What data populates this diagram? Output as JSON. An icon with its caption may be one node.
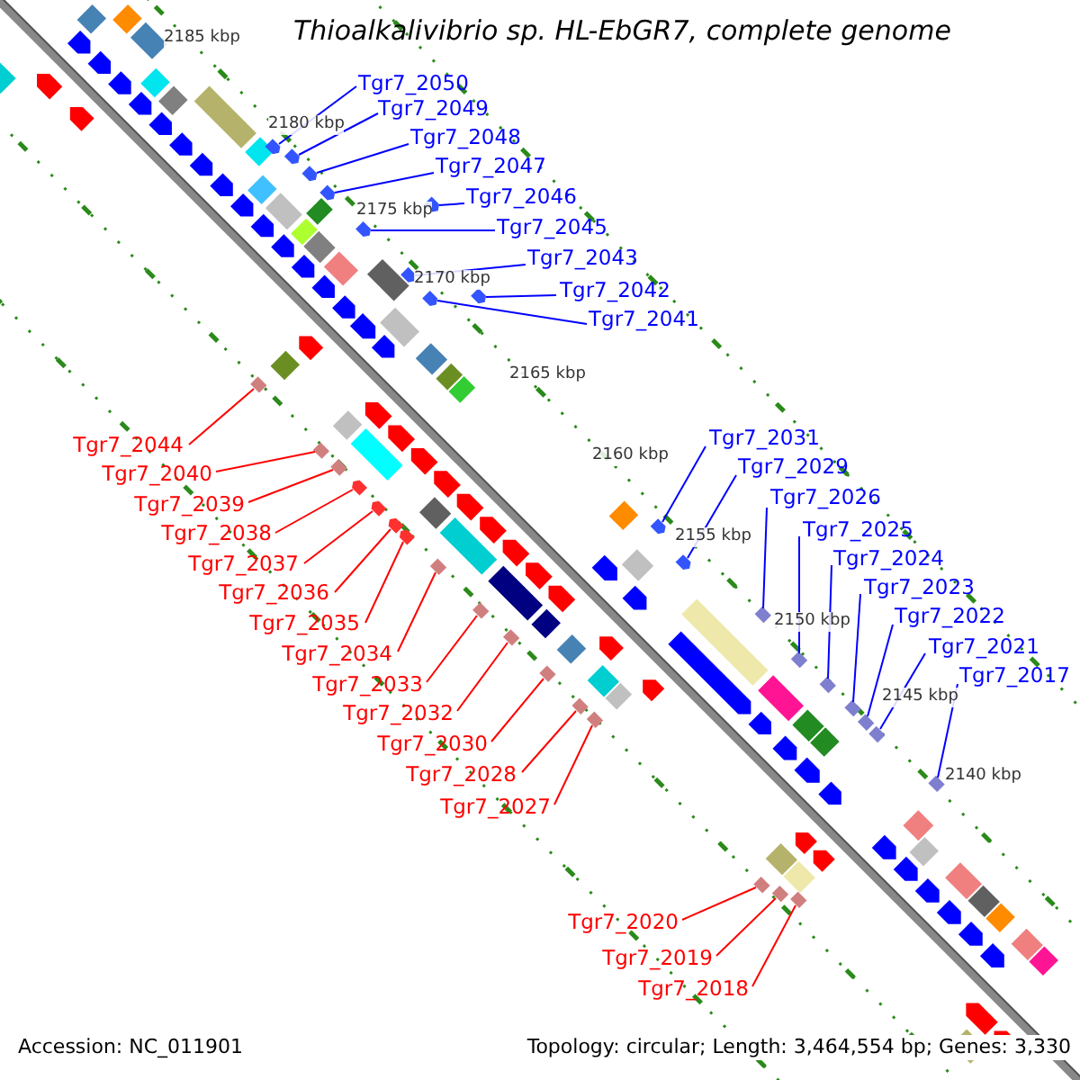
{
  "diagram": {
    "title": "Thioalkalivibrio sp. HL-EbGR7, complete genome",
    "nodes": [
      {
        "text": [
          "Tgr7_2050"
        ]
      },
      {
        "text": [
          "Tgr7_2049"
        ]
      },
      {
        "text": [
          "Tgr7_2048"
        ]
      },
      {
        "text": [
          "Tgr7_2047"
        ]
      },
      {
        "text": [
          "Tgr7_2046"
        ]
      },
      {
        "text": [
          "Tgr7_2045"
        ]
      },
      {
        "text": [
          "Tgr7_2043"
        ]
      },
      {
        "text": [
          "Tgr7_2042"
        ]
      },
      {
        "text": [
          "Tgr7_2041"
        ]
      },
      {
        "text": [
          "Tgr7_2044"
        ]
      },
      {
        "text": [
          "Tgr7_2040"
        ]
      },
      {
        "text": [
          "Tgr7_2039"
        ]
      },
      {
        "text": [
          "Tgr7_2038"
        ]
      },
      {
        "text": [
          "Tgr7_2037"
        ]
      },
      {
        "text": [
          "Tgr7_2036"
        ]
      },
      {
        "text": [
          "Tgr7_2035"
        ]
      },
      {
        "text": [
          "Tgr7_2034"
        ]
      },
      {
        "text": [
          "Tgr7_2033"
        ]
      },
      {
        "text": [
          "Tgr7_2032"
        ]
      },
      {
        "text": [
          "Tgr7_2030"
        ]
      },
      {
        "text": [
          "Tgr7_2028"
        ]
      },
      {
        "text": [
          "Tgr7_2027"
        ]
      },
      {
        "text": [
          "Tgr7_2031"
        ]
      },
      {
        "text": [
          "Tgr7_2029"
        ]
      },
      {
        "text": [
          "Tgr7_2026"
        ]
      },
      {
        "text": [
          "Tgr7_2025"
        ]
      },
      {
        "text": [
          "Tgr7_2024"
        ]
      },
      {
        "text": [
          "Tgr7_2023"
        ]
      },
      {
        "text": [
          "Tgr7_2022"
        ]
      },
      {
        "text": [
          "Tgr7_2021"
        ]
      },
      {
        "text": [
          "Tgr7_2017"
        ]
      },
      {
        "text": [
          "Tgr7_2020"
        ]
      },
      {
        "text": [
          "Tgr7_2019"
        ]
      },
      {
        "text": [
          "Tgr7_2018"
        ]
      },
      {
        "text": [],
        "shape": "pentagon"
      },
      {
        "text": [],
        "shape": "pentagon"
      },
      {
        "text": [],
        "shape": "pentagon"
      },
      {
        "text": [],
        "shape": "pentagon"
      },
      {
        "text": [],
        "shape": "pentagon"
      },
      {
        "text": [],
        "shape": "pentagon"
      },
      {
        "text": [],
        "shape": "pentagon"
      },
      {
        "text": [],
        "shape": "pentagon"
      },
      {
        "text": [],
        "shape": "pentagon"
      },
      {
        "text": [],
        "shape": "box"
      },
      {
        "text": [],
        "shape": "box"
      },
      {
        "text": [],
        "shape": "box"
      },
      {
        "text": [],
        "shape": "pentagon"
      },
      {
        "text": [],
        "shape": "pentagon"
      },
      {
        "text": [],
        "shape": "pentagon"
      },
      {
        "text": [],
        "shape": "pentagon"
      },
      {
        "text": [],
        "shape": "box"
      },
      {
        "text": [],
        "shape": "box"
      },
      {
        "text": [],
        "shape": "box"
      },
      {
        "text": [],
        "shape": "box"
      },
      {
        "text": [],
        "shape": "box"
      },
      {
        "text": [],
        "shape": "box"
      },
      {
        "text": [],
        "shape": "pentagon"
      },
      {
        "text": [],
        "shape": "pentagon"
      },
      {
        "text": [],
        "shape": "box"
      },
      {
        "text": [],
        "shape": "box"
      },
      {
        "text": [],
        "shape": "box"
      },
      {
        "text": [],
        "shape": "box"
      },
      {
        "text": [],
        "shape": "box"
      },
      {
        "text": [],
        "shape": "box"
      },
      {
        "text": [],
        "shape": "box"
      },
      {
        "text": [],
        "shape": "box"
      },
      {
        "text": [],
        "shape": "box"
      },
      {
        "text": [],
        "shape": "box"
      }
    ],
    "edges": [
      {
        "from": 0,
        "to": 34,
        "arrow": "none"
      },
      {
        "from": 1,
        "to": 35,
        "arrow": "none"
      },
      {
        "from": 2,
        "to": 36,
        "arrow": "none"
      },
      {
        "from": 3,
        "to": 37,
        "arrow": "none"
      },
      {
        "from": 4,
        "to": 38,
        "arrow": "none"
      },
      {
        "from": 5,
        "to": 39,
        "arrow": "none"
      },
      {
        "from": 6,
        "to": 40,
        "arrow": "none"
      },
      {
        "from": 7,
        "to": 41,
        "arrow": "none"
      },
      {
        "from": 8,
        "to": 42,
        "arrow": "none"
      },
      {
        "from": 9,
        "to": 43,
        "arrow": "none",
        "color": "#ff0000"
      },
      {
        "from": 10,
        "to": 44,
        "arrow": "none",
        "color": "#ff0000"
      },
      {
        "from": 11,
        "to": 45,
        "arrow": "none",
        "color": "#ff0000"
      },
      {
        "from": 12,
        "to": 46,
        "arrow": "none",
        "color": "#ff0000"
      },
      {
        "from": 13,
        "to": 47,
        "arrow": "none",
        "color": "#ff0000"
      },
      {
        "from": 14,
        "to": 48,
        "arrow": "none",
        "color": "#ff0000"
      },
      {
        "from": 15,
        "to": 49,
        "arrow": "none",
        "color": "#ff0000"
      },
      {
        "from": 16,
        "to": 50,
        "arrow": "none",
        "color": "#ff0000"
      },
      {
        "from": 17,
        "to": 51,
        "arrow": "none",
        "color": "#ff0000"
      },
      {
        "from": 18,
        "to": 52,
        "arrow": "none",
        "color": "#ff0000"
      },
      {
        "from": 19,
        "to": 53,
        "arrow": "none",
        "color": "#ff0000"
      },
      {
        "from": 20,
        "to": 54,
        "arrow": "none",
        "color": "#ff0000"
      },
      {
        "from": 21,
        "to": 55,
        "arrow": "none",
        "color": "#ff0000"
      },
      {
        "from": 22,
        "to": 56,
        "arrow": "none"
      },
      {
        "from": 23,
        "to": 57,
        "arrow": "none"
      },
      {
        "from": 24,
        "to": 58,
        "arrow": "none"
      },
      {
        "from": 25,
        "to": 59,
        "arrow": "none"
      },
      {
        "from": 26,
        "to": 60,
        "arrow": "none"
      },
      {
        "from": 27,
        "to": 61,
        "arrow": "none"
      },
      {
        "from": 28,
        "to": 62,
        "arrow": "none"
      },
      {
        "from": 29,
        "to": 63,
        "arrow": "none"
      },
      {
        "from": 30,
        "to": 64,
        "arrow": "none"
      },
      {
        "from": 31,
        "to": 65,
        "arrow": "none",
        "color": "#ff0000"
      },
      {
        "from": 32,
        "to": 66,
        "arrow": "none",
        "color": "#ff0000"
      },
      {
        "from": 33,
        "to": 67,
        "arrow": "none",
        "color": "#ff0000"
      }
    ],
    "labels": [
      "2185 kbp",
      "2180 kbp",
      "2175 kbp",
      "2170 kbp",
      "2165 kbp",
      "2160 kbp",
      "2155 kbp",
      "2150 kbp",
      "2145 kbp",
      "2140 kbp",
      "Accession: NC_011901",
      "Topology: circular; Length: 3,464,554 bp; Genes: 3,330"
    ]
  }
}
